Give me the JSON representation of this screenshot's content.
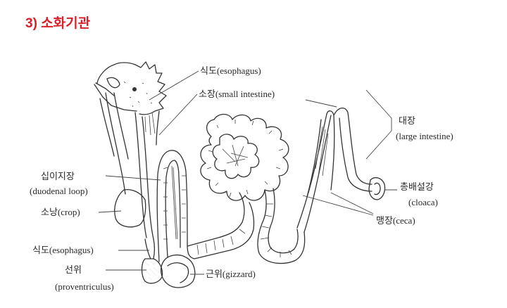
{
  "title": "3) 소화기관",
  "labels": {
    "esophagus_top": "식도(esophagus)",
    "small_intestine": "소장(small intestine)",
    "large_intestine_ko": "대장",
    "large_intestine_en": "(large intestine)",
    "duodenal_loop_ko": "십이지장",
    "duodenal_loop_en": "(duodenal loop)",
    "crop": "소낭(crop)",
    "esophagus_left": "식도(esophagus)",
    "proventriculus_ko": "선위",
    "proventriculus_en": "(proventriculus)",
    "gizzard": "근위(gizzard)",
    "cloaca_ko": "총배설강",
    "cloaca_en": "(cloaca)",
    "ceca": "맹장(ceca)"
  }
}
